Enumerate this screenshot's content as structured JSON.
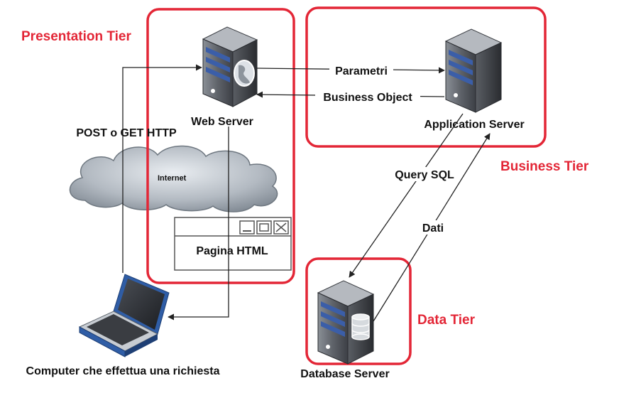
{
  "colors": {
    "tier_border": "#e32636",
    "tier_label": "#e32636",
    "arrow": "#222222",
    "server_body": "#6d7178",
    "server_stripe": "#3b5ea8",
    "cloud_fill": "#9aa3ad",
    "laptop_body": "#2f5da6"
  },
  "tiers": {
    "presentation": "Presentation Tier",
    "business": "Business Tier",
    "data": "Data Tier"
  },
  "servers": {
    "web": "Web Server",
    "application": "Application Server",
    "database": "Database Server"
  },
  "flows": {
    "request": "POST o GET HTTP",
    "parameters": "Parametri",
    "business_object": "Business Object",
    "query": "Query SQL",
    "data": "Dati"
  },
  "cloud": {
    "label": "Internet"
  },
  "browser_window": {
    "label": "Pagina HTML"
  },
  "client": {
    "label": "Computer che effettua una richiesta"
  },
  "icons": [
    "server-icon",
    "globe-icon",
    "database-icon",
    "cloud-icon",
    "laptop-icon",
    "browser-window-icon"
  ]
}
